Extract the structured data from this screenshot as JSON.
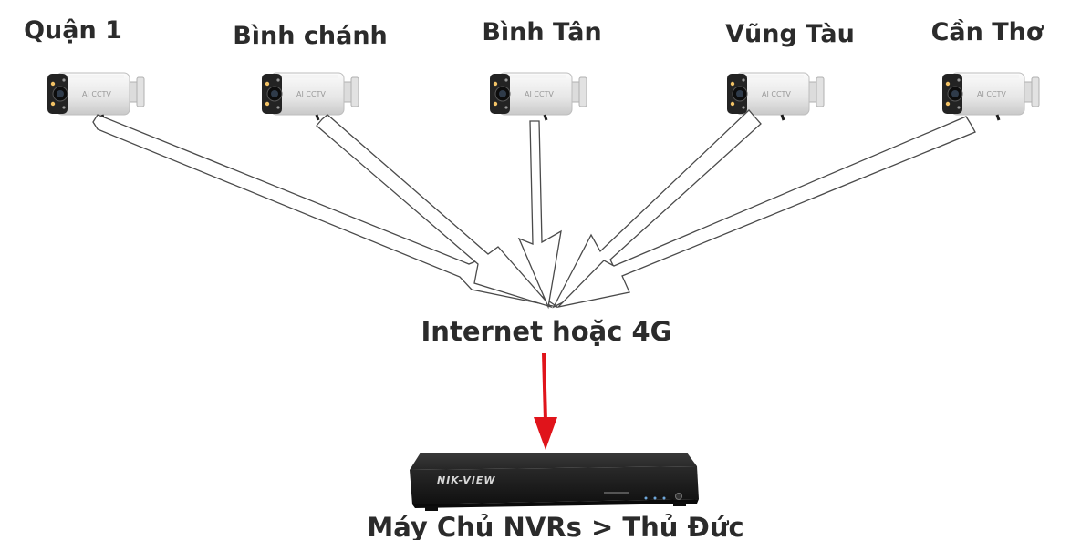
{
  "locations": [
    {
      "id": "quan-1",
      "label": "Quận 1",
      "camera_text": "AI CCTV"
    },
    {
      "id": "binh-chanh",
      "label": "Bình chánh",
      "camera_text": "AI CCTV"
    },
    {
      "id": "binh-tan",
      "label": "Bình Tân",
      "camera_text": "AI CCTV"
    },
    {
      "id": "vung-tau",
      "label": "Vũng Tàu",
      "camera_text": "AI CCTV"
    },
    {
      "id": "can-tho",
      "label": "Cần Thơ",
      "camera_text": "AI CCTV"
    }
  ],
  "hub": {
    "label": "Internet hoặc 4G"
  },
  "server": {
    "brand": "NIK-VIEW",
    "label": "Máy Chủ NVRs > Thủ Đức"
  },
  "colors": {
    "text": "#2b2b2b",
    "arrow_outline": "#4a4a4a",
    "connection_arrow": "#e0141b",
    "nvr_body": "#1e1e1e",
    "camera_body": "#e9e9e9",
    "camera_face": "#222222"
  },
  "icons": {
    "camera": "bullet-camera-icon",
    "recorder": "nvr-recorder-icon"
  }
}
